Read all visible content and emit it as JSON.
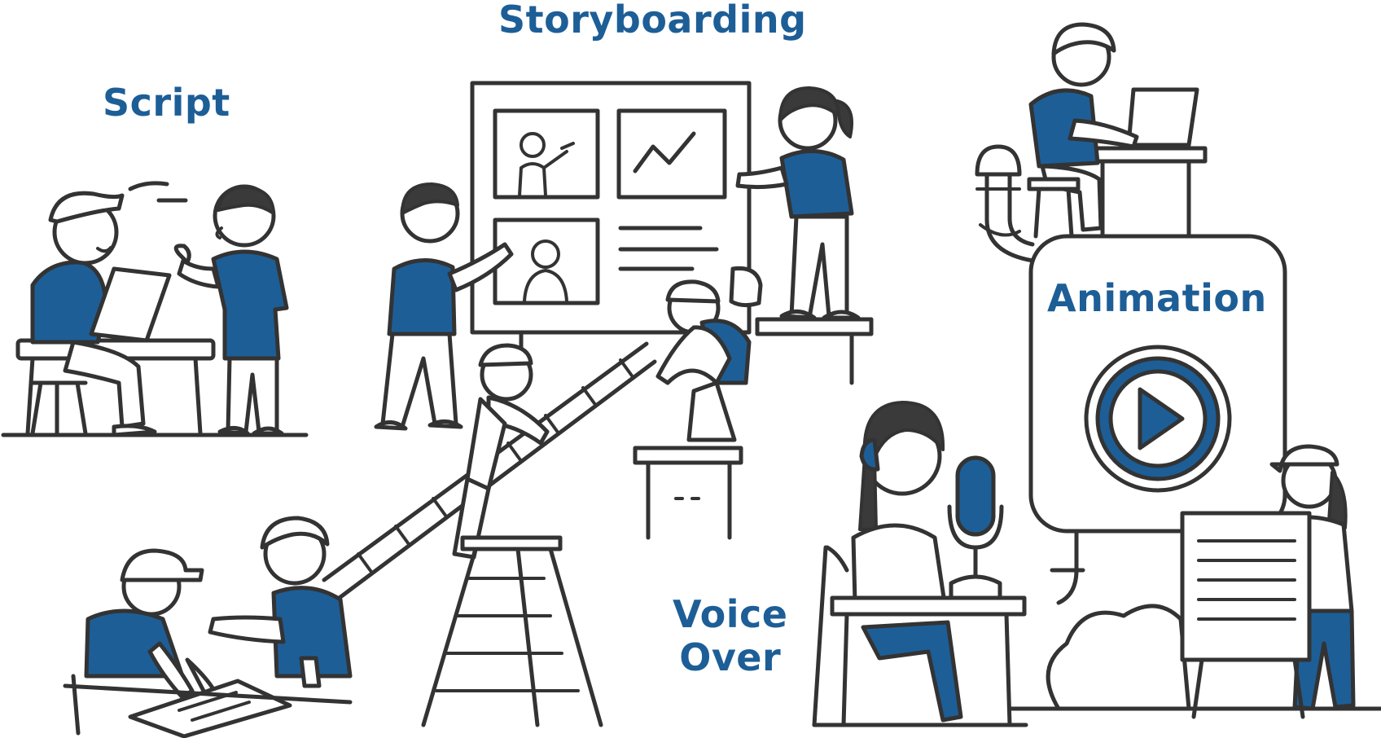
{
  "labels": {
    "storyboarding": "Storyboarding",
    "script": "Script",
    "animation": "Animation",
    "voice_over_line1": "Voice",
    "voice_over_line2": "Over"
  },
  "colors": {
    "accent": "#1d5e97",
    "ink": "#333333",
    "background": "#ffffff"
  },
  "icons": {
    "play": "play-icon",
    "microphone": "microphone-icon",
    "headphones": "headphones-icon",
    "laptop": "laptop-icon"
  }
}
